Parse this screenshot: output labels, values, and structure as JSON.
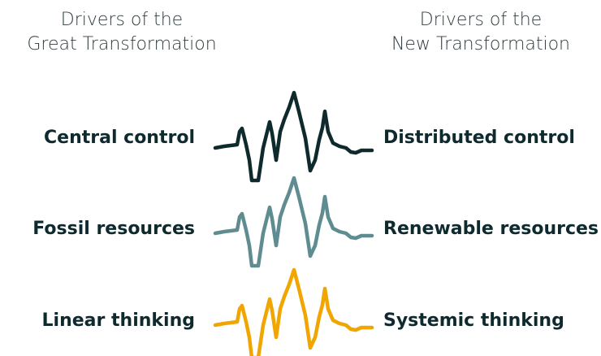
{
  "headers": {
    "left": [
      "Drivers of the",
      "Great Transformation"
    ],
    "right": [
      "Drivers of the",
      "New Transformation"
    ]
  },
  "rows": [
    {
      "left": "Central control",
      "right": "Distributed control",
      "color": "#0e2a2d"
    },
    {
      "left": "Fossil resources",
      "right": "Renewable resources",
      "color": "#5f8c91"
    },
    {
      "left": "Linear thinking",
      "right": "Systemic thinking",
      "color": "#f0a500"
    }
  ]
}
